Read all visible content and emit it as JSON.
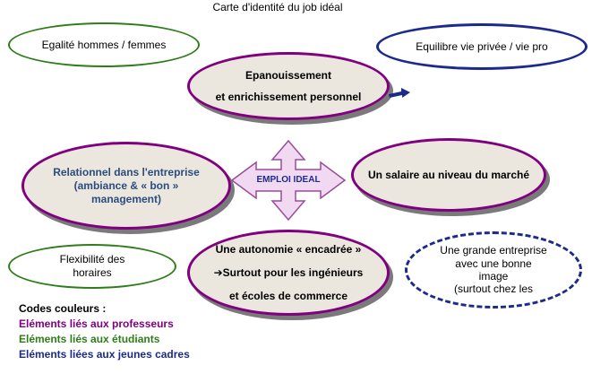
{
  "title": "Carte d'identité du job idéal",
  "center": {
    "label": "EMPLOI IDEAL"
  },
  "nodes": {
    "egalite": {
      "label": "Egalité hommes / femmes"
    },
    "equilibre": {
      "label": "Equilibre vie privée / vie pro"
    },
    "epanouissement": {
      "line1": "Epanouissement",
      "line2": "et enrichissement personnel"
    },
    "relationnel": {
      "line1": "Relationnel dans l'entreprise",
      "line2": "(ambiance & « bon »",
      "line3": "management)"
    },
    "salaire": {
      "label": "Un salaire au niveau du marché"
    },
    "flexibilite": {
      "line1": "Flexibilité des",
      "line2": "horaires"
    },
    "autonomie": {
      "line1": "Une autonomie « encadrée »",
      "line2": "➔Surtout pour les ingénieurs",
      "line3": "et écoles de commerce"
    },
    "grande": {
      "line1": "Une grande entreprise",
      "line2": "avec une bonne",
      "line3": "image",
      "line4": "(surtout chez les"
    }
  },
  "legend": {
    "title": "Codes couleurs :",
    "items": [
      {
        "label": "Eléments liés aux professeurs",
        "color": "#800080"
      },
      {
        "label": "Eléments liés aux étudiants",
        "color": "#2e7d18"
      },
      {
        "label": "Eléments liées aux jeunes cadres",
        "color": "#1c2a8c"
      }
    ]
  },
  "colors": {
    "professeurs": "#800080",
    "etudiants": "#2e7d18",
    "jeunes_cadres": "#1c2a8c",
    "relationnel_text": "#2b4c7e",
    "oval_fill": "#ebe7df",
    "cross_fill": "#f2d9f2",
    "cross_stroke": "#9a4c9a"
  }
}
